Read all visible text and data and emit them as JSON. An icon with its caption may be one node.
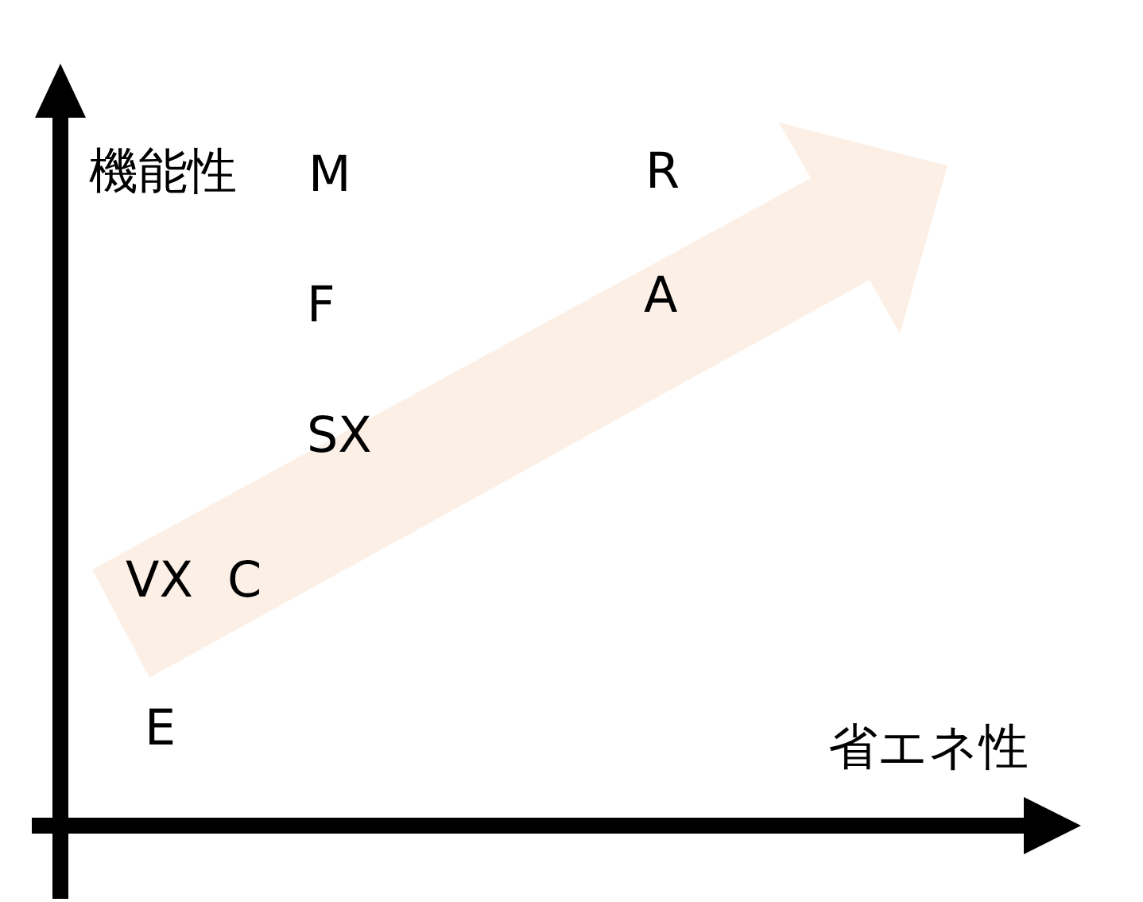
{
  "diagram": {
    "labels": [
      "機能性",
      "M",
      "R",
      "F",
      "A",
      "SX",
      "VX",
      "C",
      "E",
      "省エネ性"
    ]
  }
}
